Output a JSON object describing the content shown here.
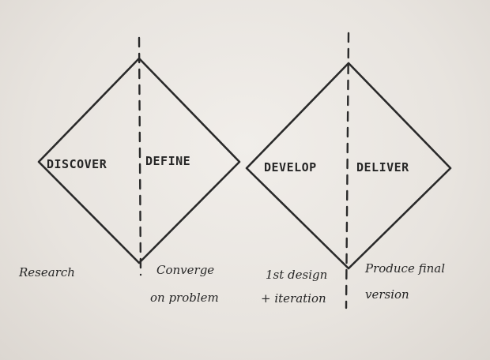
{
  "phases": {
    "discover": "DISCOVER",
    "define": "DEFINE",
    "develop": "DEVELOP",
    "deliver": "DELIVER"
  },
  "notes": {
    "research": "Research",
    "converge_line1": "Converge",
    "converge_line2": "on problem",
    "design_line1": "1st design",
    "design_line2": "+ iteration",
    "produce_line1": "Produce final",
    "produce_line2": "version"
  }
}
